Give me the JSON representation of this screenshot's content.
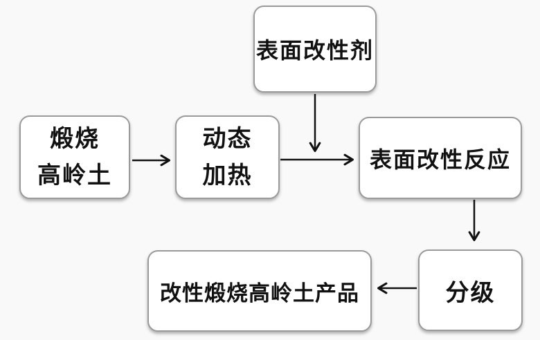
{
  "diagram": {
    "type": "flowchart",
    "language": "zh-CN",
    "nodes": {
      "modifier": {
        "label": "表面改性剂"
      },
      "kaolin": {
        "label": "煅烧\n高岭土"
      },
      "heating": {
        "label": "动态\n加热"
      },
      "reaction": {
        "label": "表面改性反应"
      },
      "grading": {
        "label": "分级"
      },
      "product": {
        "label": "改性煅烧高岭土产品"
      }
    },
    "edges": [
      {
        "from": "kaolin",
        "to": "heating",
        "direction": "right"
      },
      {
        "from": "heating",
        "to": "reaction",
        "direction": "right"
      },
      {
        "from": "modifier",
        "to": "heating-reaction-arrow",
        "direction": "down"
      },
      {
        "from": "reaction",
        "to": "grading",
        "direction": "down"
      },
      {
        "from": "grading",
        "to": "product",
        "direction": "left"
      }
    ],
    "colors": {
      "background": "#f9f9f9",
      "node_fill": "#ffffff",
      "node_border": "#9a9a9a",
      "arrow": "#111111",
      "text": "#111111"
    }
  }
}
